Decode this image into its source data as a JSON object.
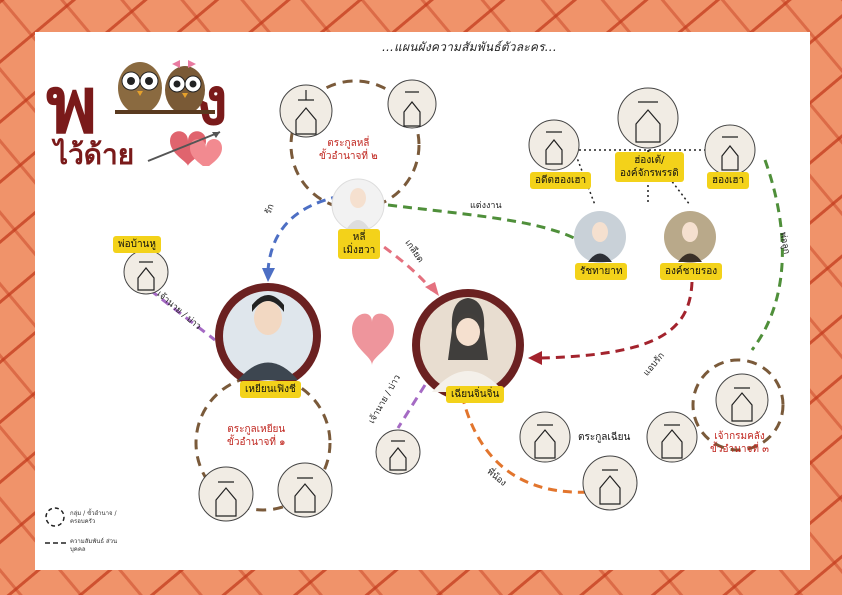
{
  "title": "...แผนผังความสัมพันธ์ตัวละคร...",
  "logo": {
    "top_text": "พ",
    "top_text_end": "ง",
    "bottom_text": "ไว้ด้าย"
  },
  "colors": {
    "background": "#f0936a",
    "stripe": "#c33a1c",
    "label_bg": "#f3d21a",
    "family_text": "#c0261f",
    "ring_main": "#6b2121",
    "ring_group": "#7a5a3a",
    "blue_line": "#4d6fc4",
    "pink_line": "#e4717f",
    "green_line": "#4f8f3a",
    "red_line": "#a3232d",
    "purple_line": "#a56ac4",
    "orange_line": "#e2752d"
  },
  "characters": {
    "li_meng_hua": "หลี่\nเมิ่งฮวา",
    "hei_yun_fei_chi": "เหยียนเฟิงชี",
    "lian_jing_jing": "เฉียนจิ่นจิ่น",
    "steward": "พ่อบ้านหู",
    "former_empress": "อดีตฮองเฮา",
    "emperor": "ฮ่องเต้/\nองค์จักรพรรดิ",
    "empress": "ฮองเฮา",
    "crown_prince": "รัชทายาท",
    "second_prince": "องค์ชายรอง",
    "treasury_lord": "เจ้ากรมคลัง\nขั้วอำนาจที่ ๓"
  },
  "families": {
    "li": "ตระกูลหลี่\nขั้วอำนาจที่ ๒",
    "hei_yun": "ตระกูลเหยียน\nขั้วอำนาจที่ ๑",
    "lian": "ตระกูลเฉียน"
  },
  "relations": {
    "love": "รัก",
    "marry": "แต่งงาน",
    "hate": "เกลียด",
    "master_servant_left": "เจ้านาย / บ่าว",
    "master_servant_right": "เจ้านาย / บ่าว",
    "secret_love": "แอบรัก",
    "father_daughter": "พ่อลูก",
    "siblings": "พี่น้อง"
  },
  "legend": {
    "group": "กลุ่ม / ขั้วอำนาจ / ครอบครัว",
    "relation": "ความสัมพันธ์ ส่วนบุคคล"
  }
}
